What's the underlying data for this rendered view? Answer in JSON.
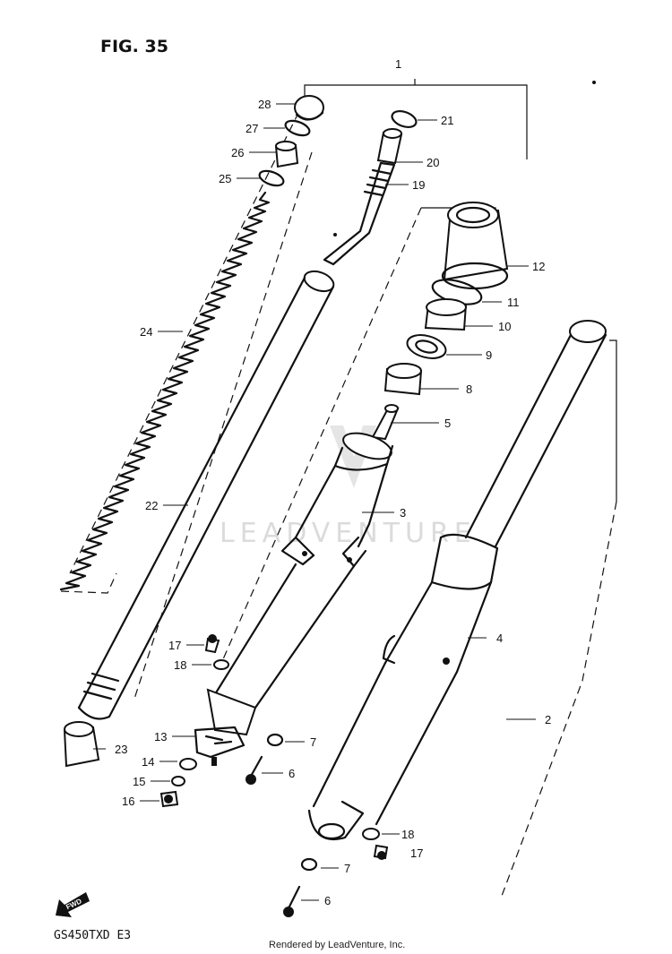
{
  "figure": {
    "title": "FIG. 35"
  },
  "model_code": "GS450TXD E3",
  "fwd_label": "FWD",
  "footer": "Rendered by LeadVenture, Inc.",
  "watermark": "LEADVENTURE",
  "callouts": {
    "p1": "1",
    "p2": "2",
    "p3": "3",
    "p4": "4",
    "p5": "5",
    "p6a": "6",
    "p6b": "6",
    "p7a": "7",
    "p7b": "7",
    "p8": "8",
    "p9": "9",
    "p10": "10",
    "p11": "11",
    "p12": "12",
    "p13": "13",
    "p14": "14",
    "p15": "15",
    "p16": "16",
    "p17a": "17",
    "p17b": "17",
    "p18a": "18",
    "p18b": "18",
    "p19": "19",
    "p20": "20",
    "p21": "21",
    "p22": "22",
    "p23": "23",
    "p24": "24",
    "p25": "25",
    "p26": "26",
    "p27": "27",
    "p28": "28"
  }
}
